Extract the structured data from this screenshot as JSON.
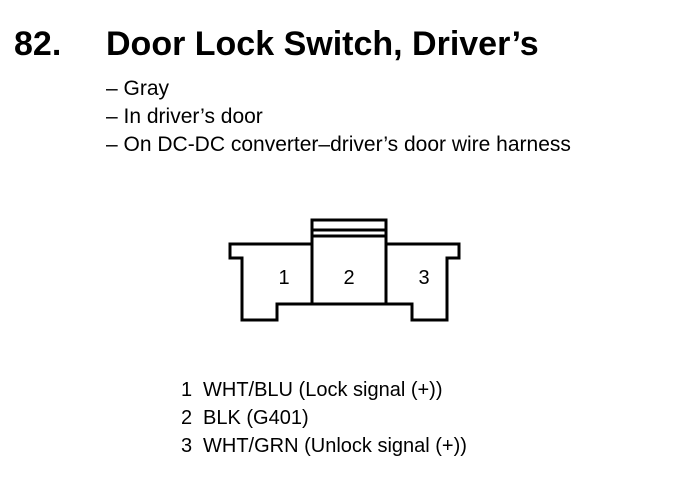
{
  "title": {
    "number": "82.",
    "text": "Door Lock Switch, Driver’s"
  },
  "details": [
    "– Gray",
    "– In driver’s door",
    "– On DC-DC converter–driver’s door wire harness"
  ],
  "connector": {
    "terminals": [
      "1",
      "2",
      "3"
    ]
  },
  "pins": [
    {
      "number": "1",
      "description": "WHT/BLU (Lock signal (+))"
    },
    {
      "number": "2",
      "description": "BLK (G401)"
    },
    {
      "number": "3",
      "description": "WHT/GRN (Unlock signal (+))"
    }
  ]
}
